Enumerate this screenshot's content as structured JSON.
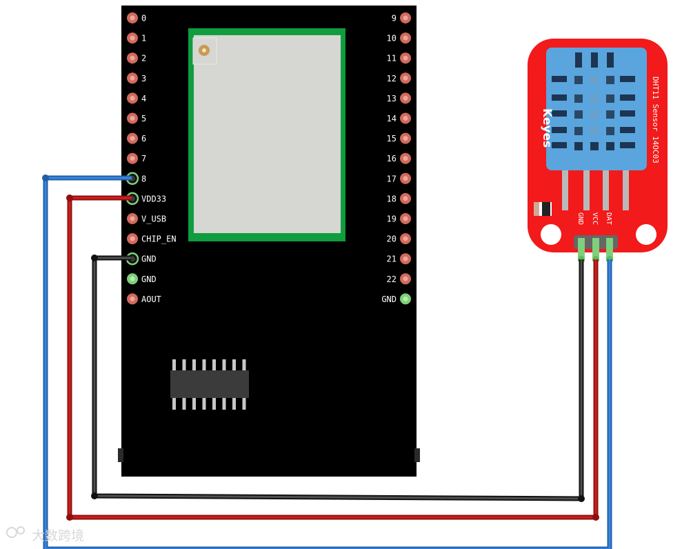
{
  "board": {
    "left_pins": [
      {
        "label": "0",
        "state": "free"
      },
      {
        "label": "1",
        "state": "free"
      },
      {
        "label": "2",
        "state": "free"
      },
      {
        "label": "3",
        "state": "free"
      },
      {
        "label": "4",
        "state": "free"
      },
      {
        "label": "5",
        "state": "free"
      },
      {
        "label": "6",
        "state": "free"
      },
      {
        "label": "7",
        "state": "free"
      },
      {
        "label": "8",
        "state": "connected"
      },
      {
        "label": "VDD33",
        "state": "connected"
      },
      {
        "label": "V_USB",
        "state": "free"
      },
      {
        "label": "CHIP_EN",
        "state": "free"
      },
      {
        "label": "GND",
        "state": "connected"
      },
      {
        "label": "GND",
        "state": "green"
      },
      {
        "label": "AOUT",
        "state": "free"
      }
    ],
    "right_pins": [
      {
        "label": "9",
        "state": "free"
      },
      {
        "label": "10",
        "state": "free"
      },
      {
        "label": "11",
        "state": "free"
      },
      {
        "label": "12",
        "state": "free"
      },
      {
        "label": "13",
        "state": "free"
      },
      {
        "label": "14",
        "state": "free"
      },
      {
        "label": "15",
        "state": "free"
      },
      {
        "label": "16",
        "state": "free"
      },
      {
        "label": "17",
        "state": "free"
      },
      {
        "label": "18",
        "state": "free"
      },
      {
        "label": "19",
        "state": "free"
      },
      {
        "label": "20",
        "state": "free"
      },
      {
        "label": "21",
        "state": "free"
      },
      {
        "label": "22",
        "state": "free"
      },
      {
        "label": "GND",
        "state": "green"
      }
    ]
  },
  "sensor": {
    "brand": "Keyes",
    "title": "DHT11 Sensor 14OC03",
    "pins": [
      "GND",
      "VCC",
      "DAT"
    ]
  },
  "wires": [
    {
      "name": "data",
      "from": "8",
      "to": "DAT",
      "color": "#2a6fc4"
    },
    {
      "name": "power",
      "from": "VDD33",
      "to": "VCC",
      "color": "#b01414"
    },
    {
      "name": "ground",
      "from": "GND",
      "to": "GND",
      "color": "#2e2e2e"
    }
  ],
  "colors": {
    "board": "#000000",
    "module_frame": "#0f9d3f",
    "module_face": "#d6d6d2",
    "pin_free": "#d26a5c",
    "pin_green": "#7fd07a",
    "sensor_pcb": "#f21a1a",
    "sensor_housing": "#5aa5dd"
  },
  "watermark": "大数跨境"
}
